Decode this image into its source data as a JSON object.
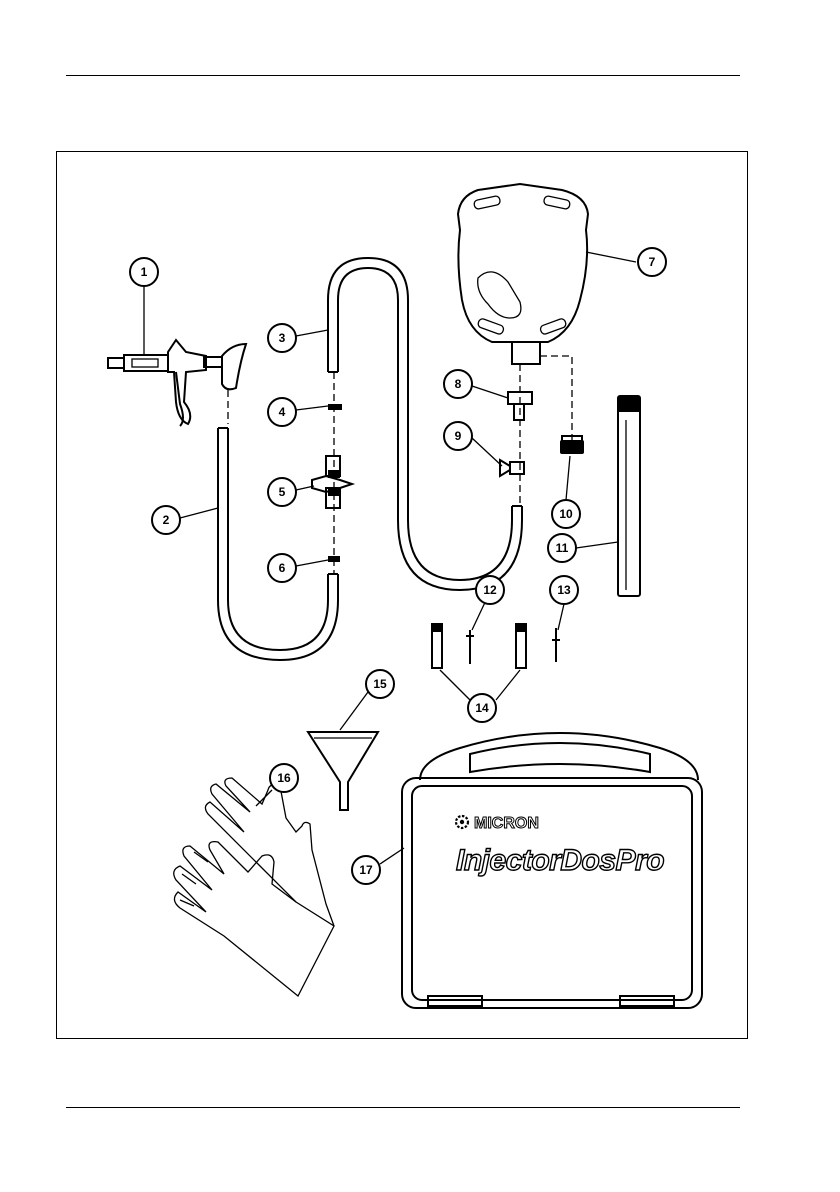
{
  "callouts": [
    {
      "id": "c1",
      "label": "1"
    },
    {
      "id": "c2",
      "label": "2"
    },
    {
      "id": "c3",
      "label": "3"
    },
    {
      "id": "c4",
      "label": "4"
    },
    {
      "id": "c5",
      "label": "5"
    },
    {
      "id": "c6",
      "label": "6"
    },
    {
      "id": "c7",
      "label": "7"
    },
    {
      "id": "c8",
      "label": "8"
    },
    {
      "id": "c9",
      "label": "9"
    },
    {
      "id": "c10",
      "label": "10"
    },
    {
      "id": "c11",
      "label": "11"
    },
    {
      "id": "c12",
      "label": "12"
    },
    {
      "id": "c13",
      "label": "13"
    },
    {
      "id": "c14",
      "label": "14"
    },
    {
      "id": "c15",
      "label": "15"
    },
    {
      "id": "c16",
      "label": "16"
    },
    {
      "id": "c17",
      "label": "17"
    }
  ],
  "case_branding": {
    "brand": "MICRON",
    "product": "InjectorDosPro"
  }
}
